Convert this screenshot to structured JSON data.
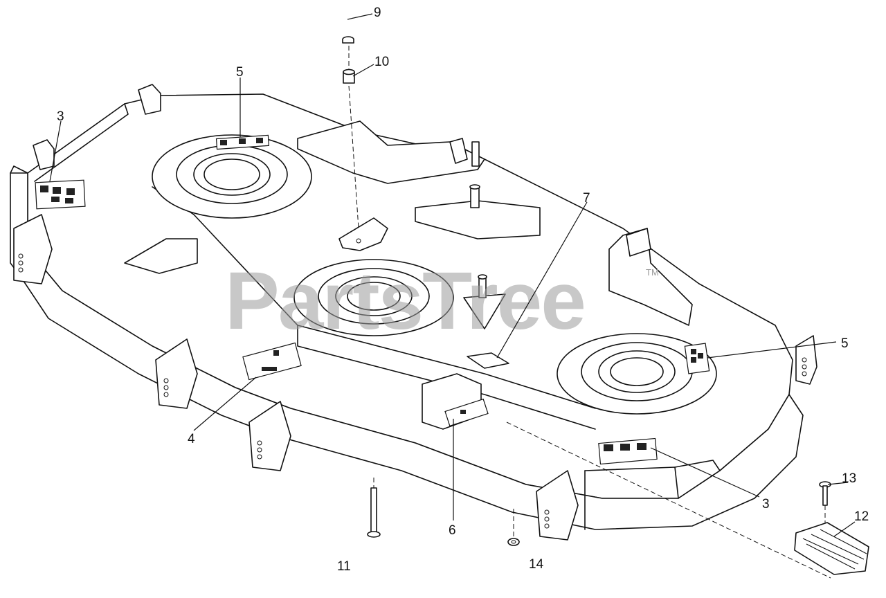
{
  "watermark": {
    "text": "PartsTree",
    "tm": "TM"
  },
  "callouts": {
    "c3a": "3",
    "c3b": "3",
    "c4": "4",
    "c5a": "5",
    "c5b": "5",
    "c6": "6",
    "c7": "7",
    "c9": "9",
    "c10": "10",
    "c11": "11",
    "c12": "12",
    "c13": "13",
    "c14": "14"
  }
}
